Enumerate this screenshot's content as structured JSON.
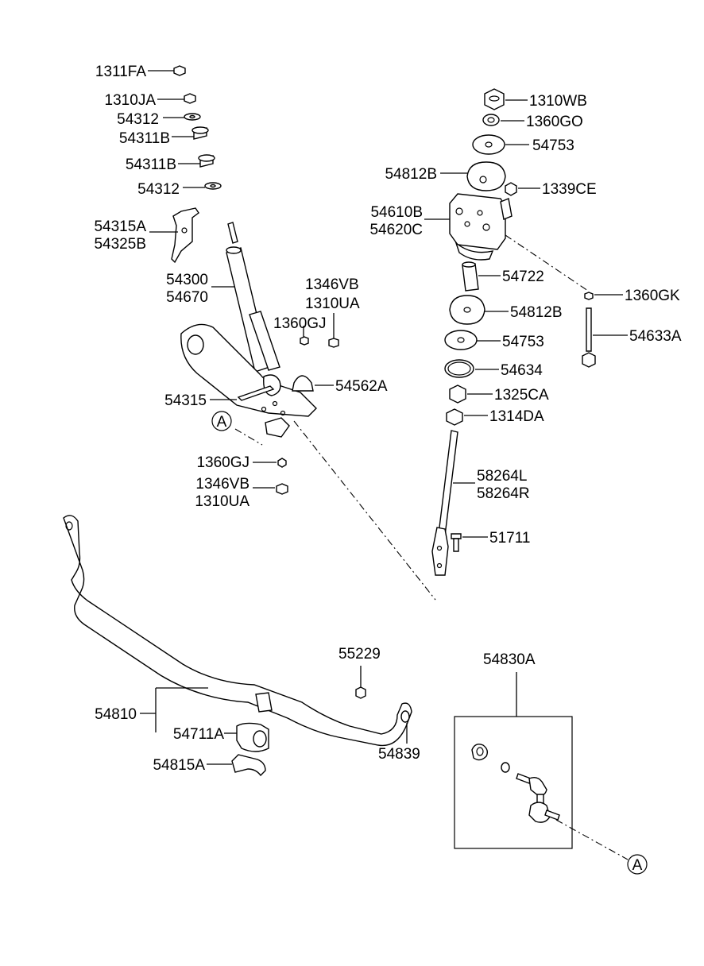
{
  "labels": {
    "l1311FA": "1311FA",
    "l1310JA": "1310JA",
    "l54312a": "54312",
    "l54311Ba": "54311B",
    "l54311Bb": "54311B",
    "l54312b": "54312",
    "l54315A": "54315A",
    "l54325B": "54325B",
    "l54300": "54300",
    "l54670": "54670",
    "l1346VBa": "1346VB",
    "l1310UAa": "1310UA",
    "l1360GJa": "1360GJ",
    "l54562A": "54562A",
    "l54315": "54315",
    "l1360GJb": "1360GJ",
    "l1346VBb": "1346VB",
    "l1310UAb": "1310UA",
    "l1310WB": "1310WB",
    "l1360GO": "1360GO",
    "l54753a": "54753",
    "l54812Ba": "54812B",
    "l1339CE": "1339CE",
    "l54610B": "54610B",
    "l54620C": "54620C",
    "l54722": "54722",
    "l1360GK": "1360GK",
    "l54812Bb": "54812B",
    "l54633A": "54633A",
    "l54753b": "54753",
    "l54634": "54634",
    "l1325CA": "1325CA",
    "l1314DA": "1314DA",
    "l58264L": "58264L",
    "l58264R": "58264R",
    "l51711": "51711",
    "l55229": "55229",
    "l54830A": "54830A",
    "l54810": "54810",
    "l54711A": "54711A",
    "l54815A": "54815A",
    "l54839": "54839",
    "refA1": "A",
    "refA2": "A"
  }
}
